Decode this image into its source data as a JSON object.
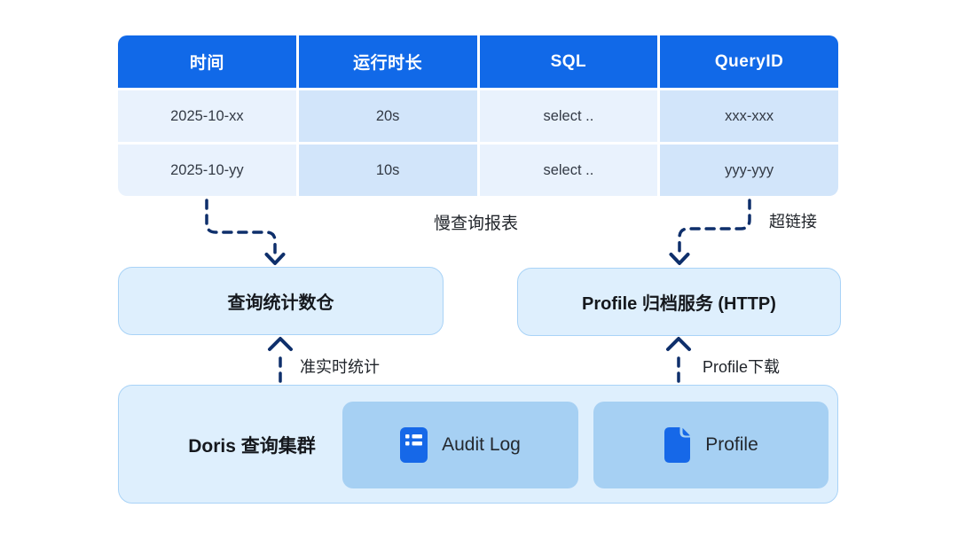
{
  "diagram": {
    "table": {
      "headers": [
        "时间",
        "运行时长",
        "SQL",
        "QueryID"
      ],
      "rows": [
        [
          "2025-10-xx",
          "20s",
          "select ..",
          "xxx-xxx"
        ],
        [
          "2025-10-yy",
          "10s",
          "select ..",
          "yyy-yyy"
        ]
      ]
    },
    "edge_labels": {
      "slow_query_report": "慢查询报表",
      "hyperlink": "超链接",
      "near_realtime_stats": "准实时统计",
      "profile_download": "Profile下载"
    },
    "nodes": {
      "query_stats_warehouse": "查询统计数仓",
      "profile_archive_service": "Profile 归档服务 (HTTP)",
      "doris_cluster": "Doris 查询集群",
      "audit_log": "Audit Log",
      "profile": "Profile"
    },
    "colors": {
      "header_blue": "#1169E8",
      "cell_light": "#E9F2FD",
      "cell_shaded": "#D2E5FA",
      "panel_fill": "#DEEFFD",
      "panel_border": "#A9D3F7",
      "chip_fill": "#A6D0F3",
      "icon_blue": "#1668E8",
      "arrow_navy": "#0E2F6B"
    }
  }
}
